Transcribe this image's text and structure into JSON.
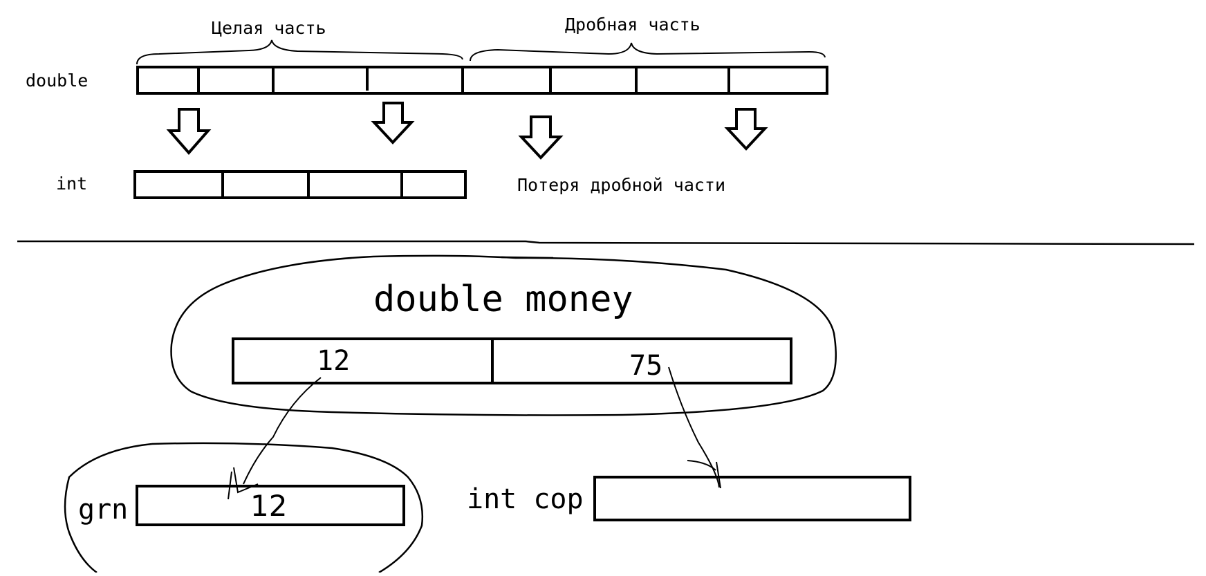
{
  "top": {
    "double_label": "double",
    "int_label": "int",
    "integer_part_label": "Целая часть",
    "fraction_part_label": "Дробная часть",
    "loss_label": "Потеря дробной части"
  },
  "bottom": {
    "money_label": "double money",
    "value_integer": "12",
    "value_fraction": "75",
    "grn_label": "grn",
    "grn_value": "12",
    "cop_label": "int cop"
  },
  "colors": {
    "ink": "#000000",
    "background": "#ffffff"
  }
}
